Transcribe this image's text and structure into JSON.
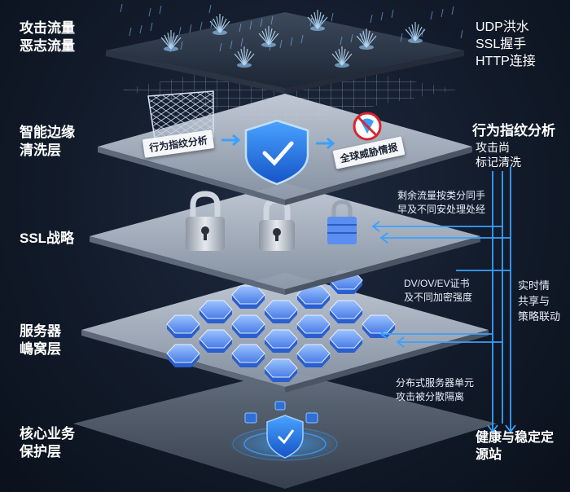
{
  "left_labels": [
    {
      "lines": [
        "攻击流量",
        "恶志流量"
      ]
    },
    {
      "lines": [
        "智能边缘",
        "清洗层"
      ]
    },
    {
      "lines": [
        "SSL战略"
      ]
    },
    {
      "lines": [
        "服务器",
        "嶋窝层"
      ]
    },
    {
      "lines": [
        "核心业务",
        "保护层"
      ]
    }
  ],
  "right_attacks": [
    "UDP洪水",
    "SSL握手",
    "HTTP连接"
  ],
  "right_fingerprint": {
    "title": "行为指纹分析",
    "lines": [
      "攻击尚",
      "标记清洗"
    ]
  },
  "right_bottom": [
    "健康与稳定定",
    "源站"
  ],
  "annotations": {
    "remaining": [
      "剩余流量按类分同手",
      "早及不同安处理处经"
    ],
    "certs": [
      "DV/OV/EV证书",
      "及不同加密强度"
    ],
    "realtime": [
      "实时情",
      "共享与",
      "策略联动"
    ],
    "distributed": [
      "分布式服务器单元",
      "攻击被分散隔离"
    ]
  },
  "tags": {
    "behavior": "行为指纹分析",
    "threat": "全球威胁情报"
  },
  "colors": {
    "accent": "#3aa0ff",
    "hex": "#5b8ff0",
    "shield": "#1f6fe6"
  }
}
